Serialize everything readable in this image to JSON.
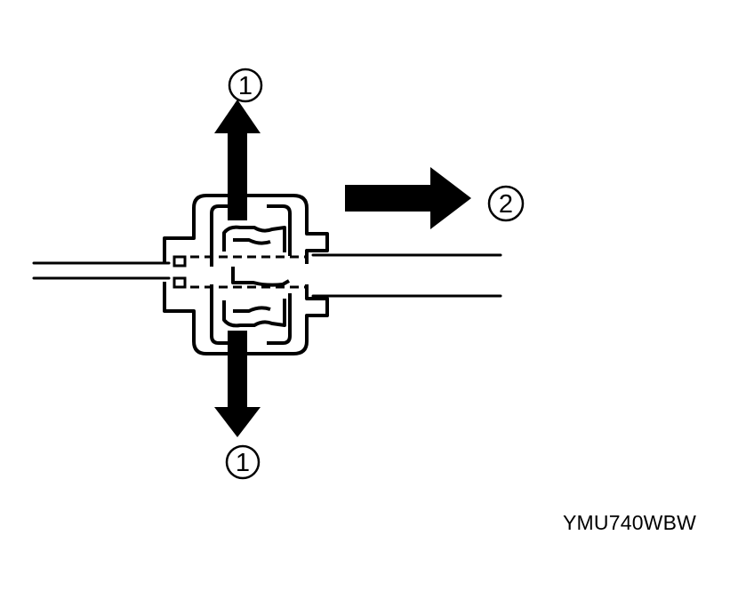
{
  "figure": {
    "callouts": {
      "top": "1",
      "bottom": "1",
      "right": "2"
    },
    "code": "YMU740WBW"
  },
  "colors": {
    "ink": "#000000",
    "paper": "#ffffff"
  }
}
